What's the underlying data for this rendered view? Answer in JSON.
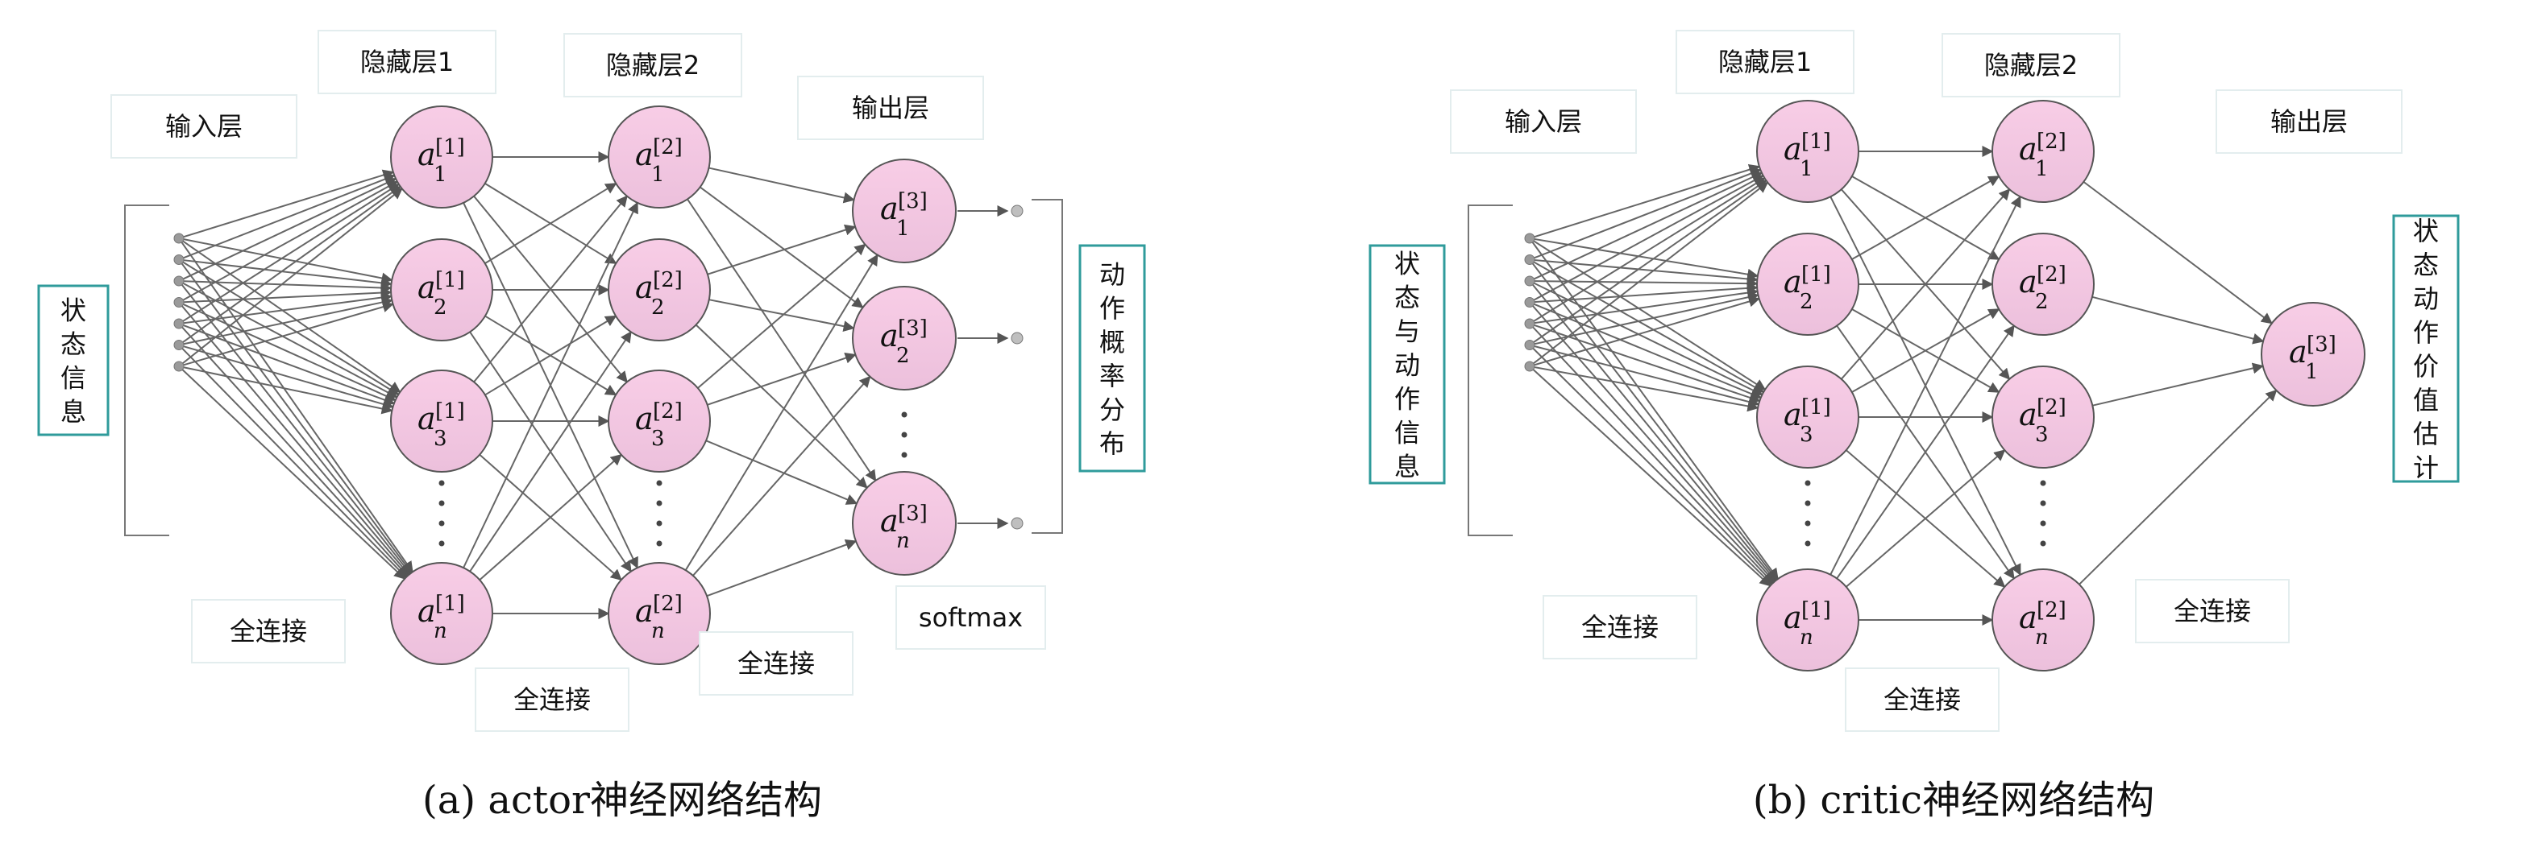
{
  "colors": {
    "node_fill_top": "#f8cde6",
    "node_fill_bottom": "#ecc0dc",
    "node_stroke": "#555555",
    "edge": "#666666",
    "box_border_light": "#e3edee",
    "box_border_accent": "#2f9b9b",
    "text": "#111111"
  },
  "actor": {
    "caption": "(a) actor神经网络结构",
    "input_label": "输入层",
    "hidden1_label": "隐藏层1",
    "hidden2_label": "隐藏层2",
    "output_label": "输出层",
    "state_label": "状态信息",
    "output_side_label": "动作概率分布",
    "fc_labels": [
      "全连接",
      "全连接",
      "全连接"
    ],
    "softmax_label": "softmax",
    "hidden1_nodes": [
      {
        "base": "a",
        "sup": "[1]",
        "sub": "1"
      },
      {
        "base": "a",
        "sup": "[1]",
        "sub": "2"
      },
      {
        "base": "a",
        "sup": "[1]",
        "sub": "3"
      },
      {
        "base": "a",
        "sup": "[1]",
        "sub": "n"
      }
    ],
    "hidden2_nodes": [
      {
        "base": "a",
        "sup": "[2]",
        "sub": "1"
      },
      {
        "base": "a",
        "sup": "[2]",
        "sub": "2"
      },
      {
        "base": "a",
        "sup": "[2]",
        "sub": "3"
      },
      {
        "base": "a",
        "sup": "[2]",
        "sub": "n"
      }
    ],
    "output_nodes": [
      {
        "base": "a",
        "sup": "[3]",
        "sub": "1"
      },
      {
        "base": "a",
        "sup": "[3]",
        "sub": "2"
      },
      {
        "base": "a",
        "sup": "[3]",
        "sub": "n"
      }
    ]
  },
  "critic": {
    "caption": "(b) critic神经网络结构",
    "input_label": "输入层",
    "hidden1_label": "隐藏层1",
    "hidden2_label": "隐藏层2",
    "output_label": "输出层",
    "state_label": "状态与动作信息",
    "output_side_label": "状态动作价值估计",
    "fc_labels": [
      "全连接",
      "全连接",
      "全连接"
    ],
    "hidden1_nodes": [
      {
        "base": "a",
        "sup": "[1]",
        "sub": "1"
      },
      {
        "base": "a",
        "sup": "[1]",
        "sub": "2"
      },
      {
        "base": "a",
        "sup": "[1]",
        "sub": "3"
      },
      {
        "base": "a",
        "sup": "[1]",
        "sub": "n"
      }
    ],
    "hidden2_nodes": [
      {
        "base": "a",
        "sup": "[2]",
        "sub": "1"
      },
      {
        "base": "a",
        "sup": "[2]",
        "sub": "2"
      },
      {
        "base": "a",
        "sup": "[2]",
        "sub": "3"
      },
      {
        "base": "a",
        "sup": "[2]",
        "sub": "n"
      }
    ],
    "output_nodes": [
      {
        "base": "a",
        "sup": "[3]",
        "sub": "1"
      }
    ]
  }
}
